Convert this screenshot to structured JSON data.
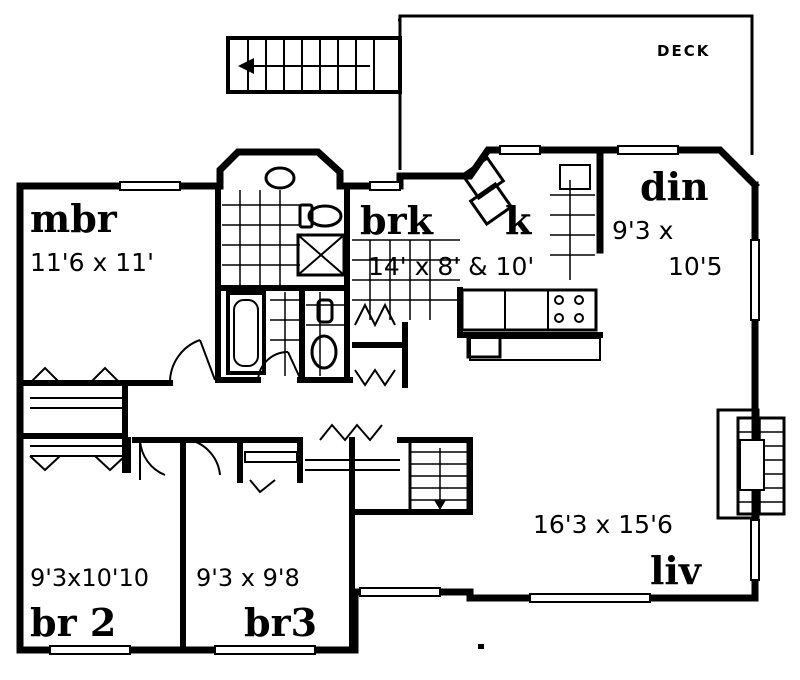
{
  "plan": {
    "deck_label": "DECK",
    "rooms": {
      "mbr": {
        "name": "mbr",
        "dims": "11'6 x 11'"
      },
      "brk": {
        "name": "brk"
      },
      "k": {
        "name": "k",
        "dims": "14' x 8' & 10'"
      },
      "din": {
        "name": "din",
        "dims_line1": "9'3 x",
        "dims_line2": "10'5"
      },
      "liv": {
        "name": "liv",
        "dims": "16'3 x 15'6"
      },
      "br2": {
        "name": "br 2",
        "dims": "9'3x10'10"
      },
      "br3": {
        "name": "br3",
        "dims": "9'3 x 9'8"
      }
    },
    "colors": {
      "ink": "#000000",
      "paper": "#ffffff"
    }
  }
}
